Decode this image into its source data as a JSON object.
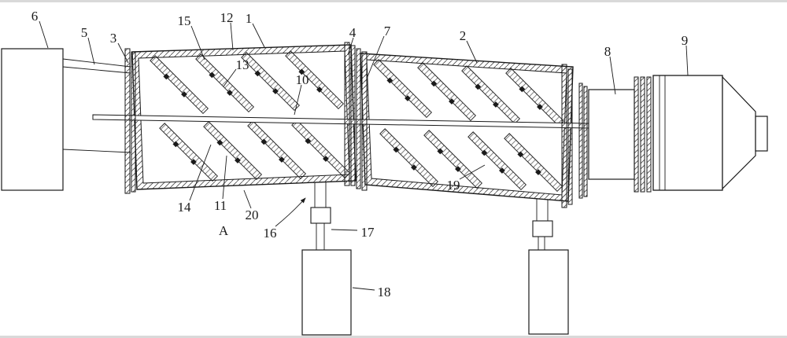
{
  "figure": {
    "type": "patent_mechanical_diagram",
    "colors": {
      "line": "#1a1a1a",
      "background": "#ffffff",
      "edge_bar": "#d9d9d9"
    },
    "labels": {
      "p1": "1",
      "p2": "2",
      "p3": "3",
      "p4": "4",
      "p5": "5",
      "p6": "6",
      "p7": "7",
      "p8": "8",
      "p9": "9",
      "p10": "10",
      "p11": "11",
      "p12": "12",
      "p13": "13",
      "p14": "14",
      "p15": "15",
      "p16": "16",
      "p17": "17",
      "p18": "18",
      "p19": "19",
      "p20": "20",
      "pA": "A"
    }
  }
}
